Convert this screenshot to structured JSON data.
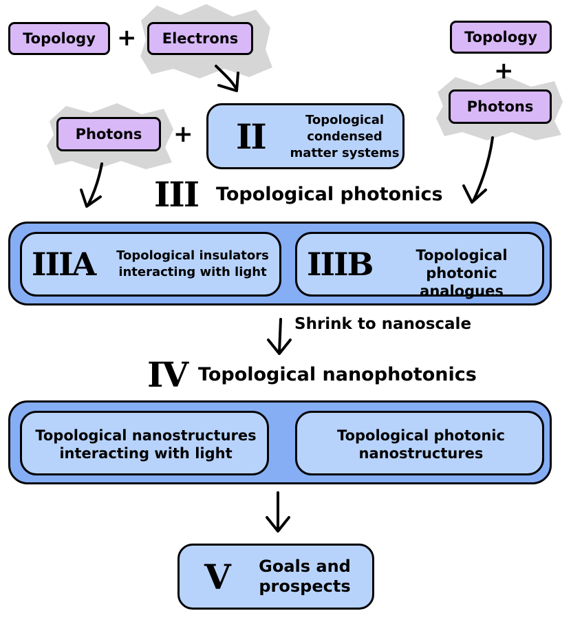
{
  "top_left": {
    "topology": "Topology",
    "plus": "+",
    "electrons": "Electrons"
  },
  "top_right": {
    "topology": "Topology",
    "plus": "+",
    "photons": "Photons"
  },
  "mid_left": {
    "photons": "Photons",
    "plus": "+"
  },
  "section_ii": {
    "numeral": "II",
    "label": "Topological condensed matter systems"
  },
  "section_iii": {
    "numeral": "III",
    "title": "Topological photonics",
    "a_numeral": "IIIA",
    "a_label": "Topological insulators interacting with light",
    "b_numeral": "IIIB",
    "b_label": "Topological photonic analogues"
  },
  "transition": {
    "label": "Shrink to nanoscale"
  },
  "section_iv": {
    "numeral": "IV",
    "title": "Topological nanophotonics",
    "left_label": "Topological nanostructures interacting with light",
    "right_label": "Topological photonic nanostructures"
  },
  "section_v": {
    "numeral": "V",
    "label": "Goals and prospects"
  },
  "colors": {
    "chip_fill": "#d9b8f7",
    "box_fill": "#b8d3fb",
    "band_fill": "#86aef5",
    "cloud_gray": "#d6d6d6"
  }
}
